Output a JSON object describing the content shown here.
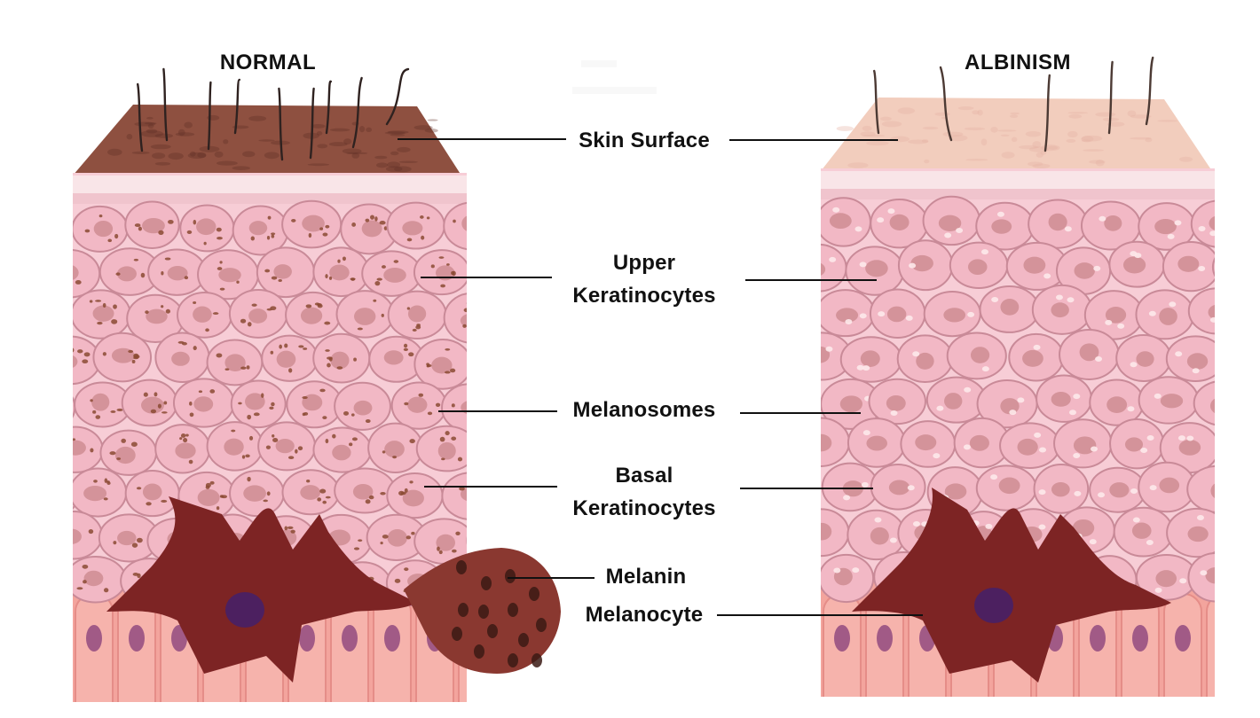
{
  "headings": {
    "normal": "NORMAL",
    "albinism": "ALBINISM"
  },
  "labels": {
    "skin_surface": "Skin Surface",
    "upper_keratinocytes_1": "Upper",
    "upper_keratinocytes_2": "Keratinocytes",
    "melanosomes": "Melanosomes",
    "basal_keratinocytes_1": "Basal",
    "basal_keratinocytes_2": "Keratinocytes",
    "melanin": "Melanin",
    "melanocyte": "Melanocyte"
  },
  "colors": {
    "normal_surface": "#8e5040",
    "albinism_surface": "#f2cdbd",
    "keratinocyte": "#f2b8c5",
    "keratinocyte_edge": "#c98a98",
    "nucleus": "#cf8c92",
    "melanosome_normal": "#8b4a32",
    "melanosome_albinism": "#fde9ea",
    "melanocyte": "#7d2424",
    "melanocyte_nucleus": "#4c2060",
    "basal_cell": "#f3a49d",
    "basal_nucleus": "#a15a86"
  }
}
